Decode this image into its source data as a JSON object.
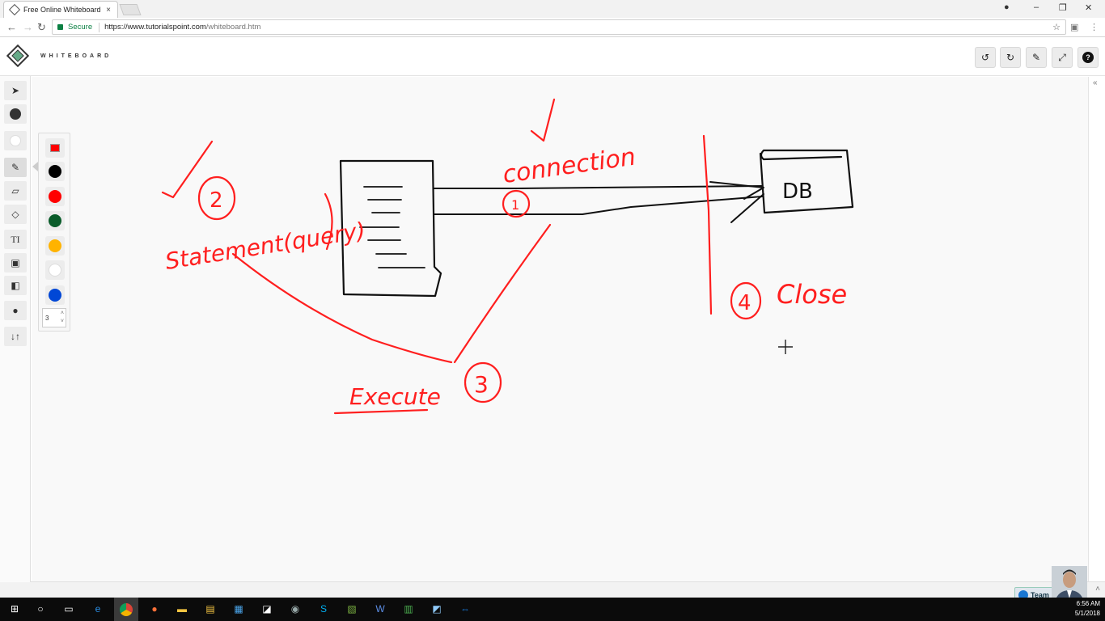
{
  "browser": {
    "tab_title": "Free Online Whiteboard",
    "tab_close": "×",
    "secure_label": "Secure",
    "url_host": "https://www.tutorialspoint.com",
    "url_path": "/whiteboard.htm",
    "account_icon": "account-icon",
    "minimize": "–",
    "restore": "❐",
    "close": "✕"
  },
  "app": {
    "brand": "WHITEBOARD",
    "header_buttons": [
      "undo-icon",
      "redo-icon",
      "clear-icon",
      "fullscreen-icon",
      "help-icon"
    ]
  },
  "left_tools": [
    "pointer-icon",
    "fill-color",
    "stroke-color",
    "pencil-icon",
    "eraser-icon",
    "shapes-icon",
    "text-icon",
    "image-icon",
    "media-icon",
    "comment-icon",
    "sort-icon"
  ],
  "palette": {
    "colors": [
      "#ff0000",
      "#000000",
      "#ff0000",
      "#0a5c2a",
      "#ffb300",
      "#ffffff",
      "#0047d6"
    ],
    "stroke_width": "3"
  },
  "drawing": {
    "label_connection": "connection",
    "label_db": "DB",
    "label_statement": "Statement(query)",
    "label_execute": "Execute",
    "label_close": "Close",
    "num_1": "1",
    "num_2": "2",
    "num_3": "3",
    "num_4": "4",
    "ink_color": "#ff1f1f"
  },
  "overlay": {
    "team_label": "Team"
  },
  "taskbar": {
    "time": "6:56 AM",
    "date": "5/1/2018"
  }
}
